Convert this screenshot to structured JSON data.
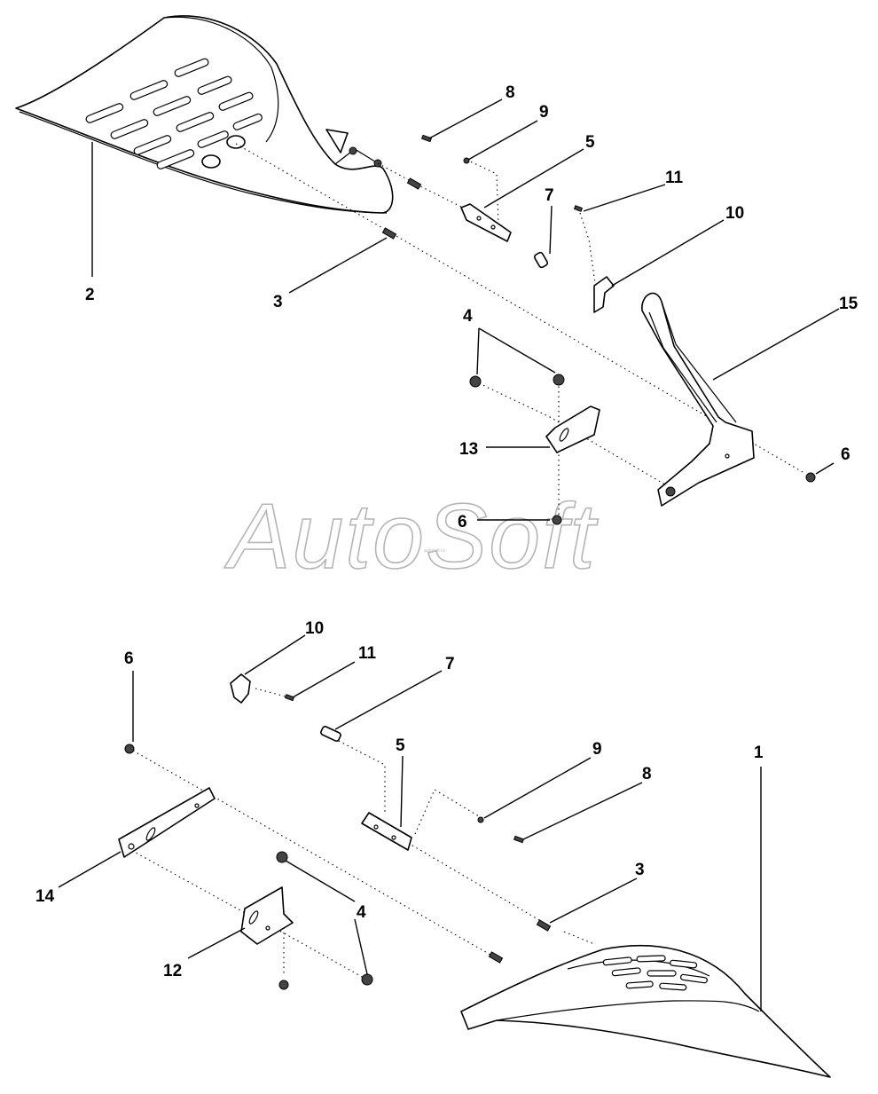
{
  "watermark": {
    "text": "AutoSoft",
    "small_text": "autosoft.ru"
  },
  "callouts": {
    "upper": {
      "n2": "2",
      "n3": "3",
      "n8": "8",
      "n9": "9",
      "n5": "5",
      "n7": "7",
      "n11": "11",
      "n10": "10",
      "n15": "15",
      "n4": "4",
      "n13": "13",
      "n6a": "6",
      "n6b": "6"
    },
    "lower": {
      "n6": "6",
      "n10": "10",
      "n11": "11",
      "n7": "7",
      "n5": "5",
      "n9": "9",
      "n8": "8",
      "n1": "1",
      "n14": "14",
      "n3": "3",
      "n4": "4",
      "n12": "12"
    }
  }
}
